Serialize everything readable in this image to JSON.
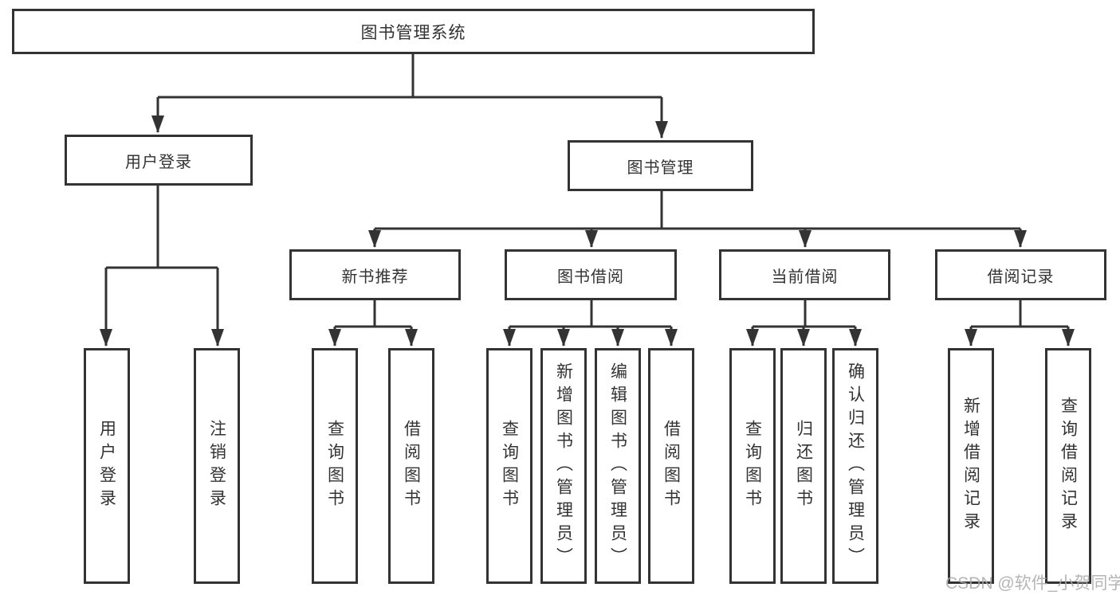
{
  "diagram_type": "functional-structure-tree",
  "root_label": "图书管理系统",
  "level2": {
    "user_login": "用户登录",
    "book_management": "图书管理"
  },
  "level3": [
    "新书推荐",
    "图书借阅",
    "当前借阅",
    "借阅记录"
  ],
  "leaves": {
    "user_login": [
      "用户登录",
      "注销登录"
    ],
    "new_book_recommend": [
      "查询图书",
      "借阅图书"
    ],
    "book_borrow": [
      "查询图书",
      "新增图书（管理员）",
      "编辑图书（管理员）",
      "借阅图书"
    ],
    "current_borrow": [
      "查询图书",
      "归还图书",
      "确认归还（管理员）"
    ],
    "borrow_records": [
      "新增借阅记录",
      "查询借阅记录"
    ]
  },
  "watermark": "CSDN @软件_小贺同学",
  "colors": {
    "line": "#333333",
    "box_border": "#333333",
    "text": "#333333",
    "background": "#ffffff",
    "watermark": "#a8a8a8"
  }
}
